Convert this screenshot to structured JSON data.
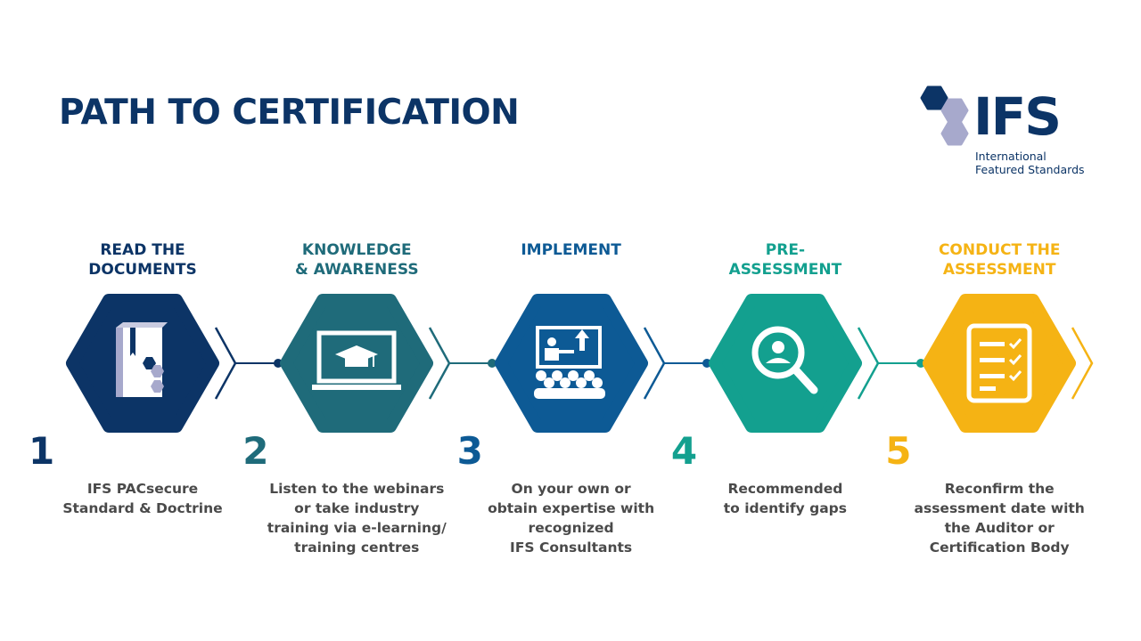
{
  "title": "PATH TO CERTIFICATION",
  "logo": {
    "mark": "IFS",
    "line1": "International",
    "line2": "Featured Standards",
    "colors": [
      "#0c3466",
      "#a7a9cc"
    ]
  },
  "steps": [
    {
      "number": "1",
      "heading": [
        "READ THE",
        "DOCUMENTS"
      ],
      "description": [
        "IFS PACsecure",
        "Standard & Doctrine"
      ],
      "color": "#0c3466",
      "icon": "book-icon"
    },
    {
      "number": "2",
      "heading": [
        "KNOWLEDGE",
        "& AWARENESS"
      ],
      "description": [
        "Listen to the webinars",
        "or take industry",
        "training via e-learning/",
        "training centres"
      ],
      "color": "#1f6b7a",
      "icon": "laptop-graduation-cap-icon"
    },
    {
      "number": "3",
      "heading": [
        "IMPLEMENT"
      ],
      "description": [
        "On your own or",
        "obtain expertise with",
        "recognized",
        "IFS Consultants"
      ],
      "color": "#0d5a95",
      "icon": "presentation-audience-icon"
    },
    {
      "number": "4",
      "heading": [
        "PRE-",
        "ASSESSMENT"
      ],
      "description": [
        "Recommended",
        "to identify gaps"
      ],
      "color": "#13a08f",
      "icon": "magnifier-person-icon"
    },
    {
      "number": "5",
      "heading": [
        "CONDUCT THE",
        "ASSESSMENT"
      ],
      "description": [
        "Reconfirm the",
        "assessment date with",
        "the Auditor or",
        "Certification Body"
      ],
      "color": "#f5b314",
      "icon": "checklist-icon"
    }
  ]
}
